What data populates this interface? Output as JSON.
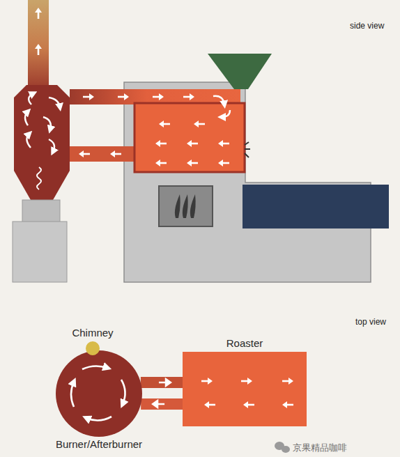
{
  "diagram": {
    "nodes": [
      {
        "text": [
          "Chimney"
        ]
      },
      {
        "text": [
          "Roaster"
        ]
      },
      {
        "text": [
          "Burner/Afterburner"
        ]
      }
    ],
    "edges": [
      {
        "from": 2,
        "to": 1,
        "arrow": "to"
      },
      {
        "from": 1,
        "to": 2,
        "arrow": "to"
      }
    ],
    "labels": [
      "side view",
      "top view",
      "京果精品咖啡"
    ]
  }
}
